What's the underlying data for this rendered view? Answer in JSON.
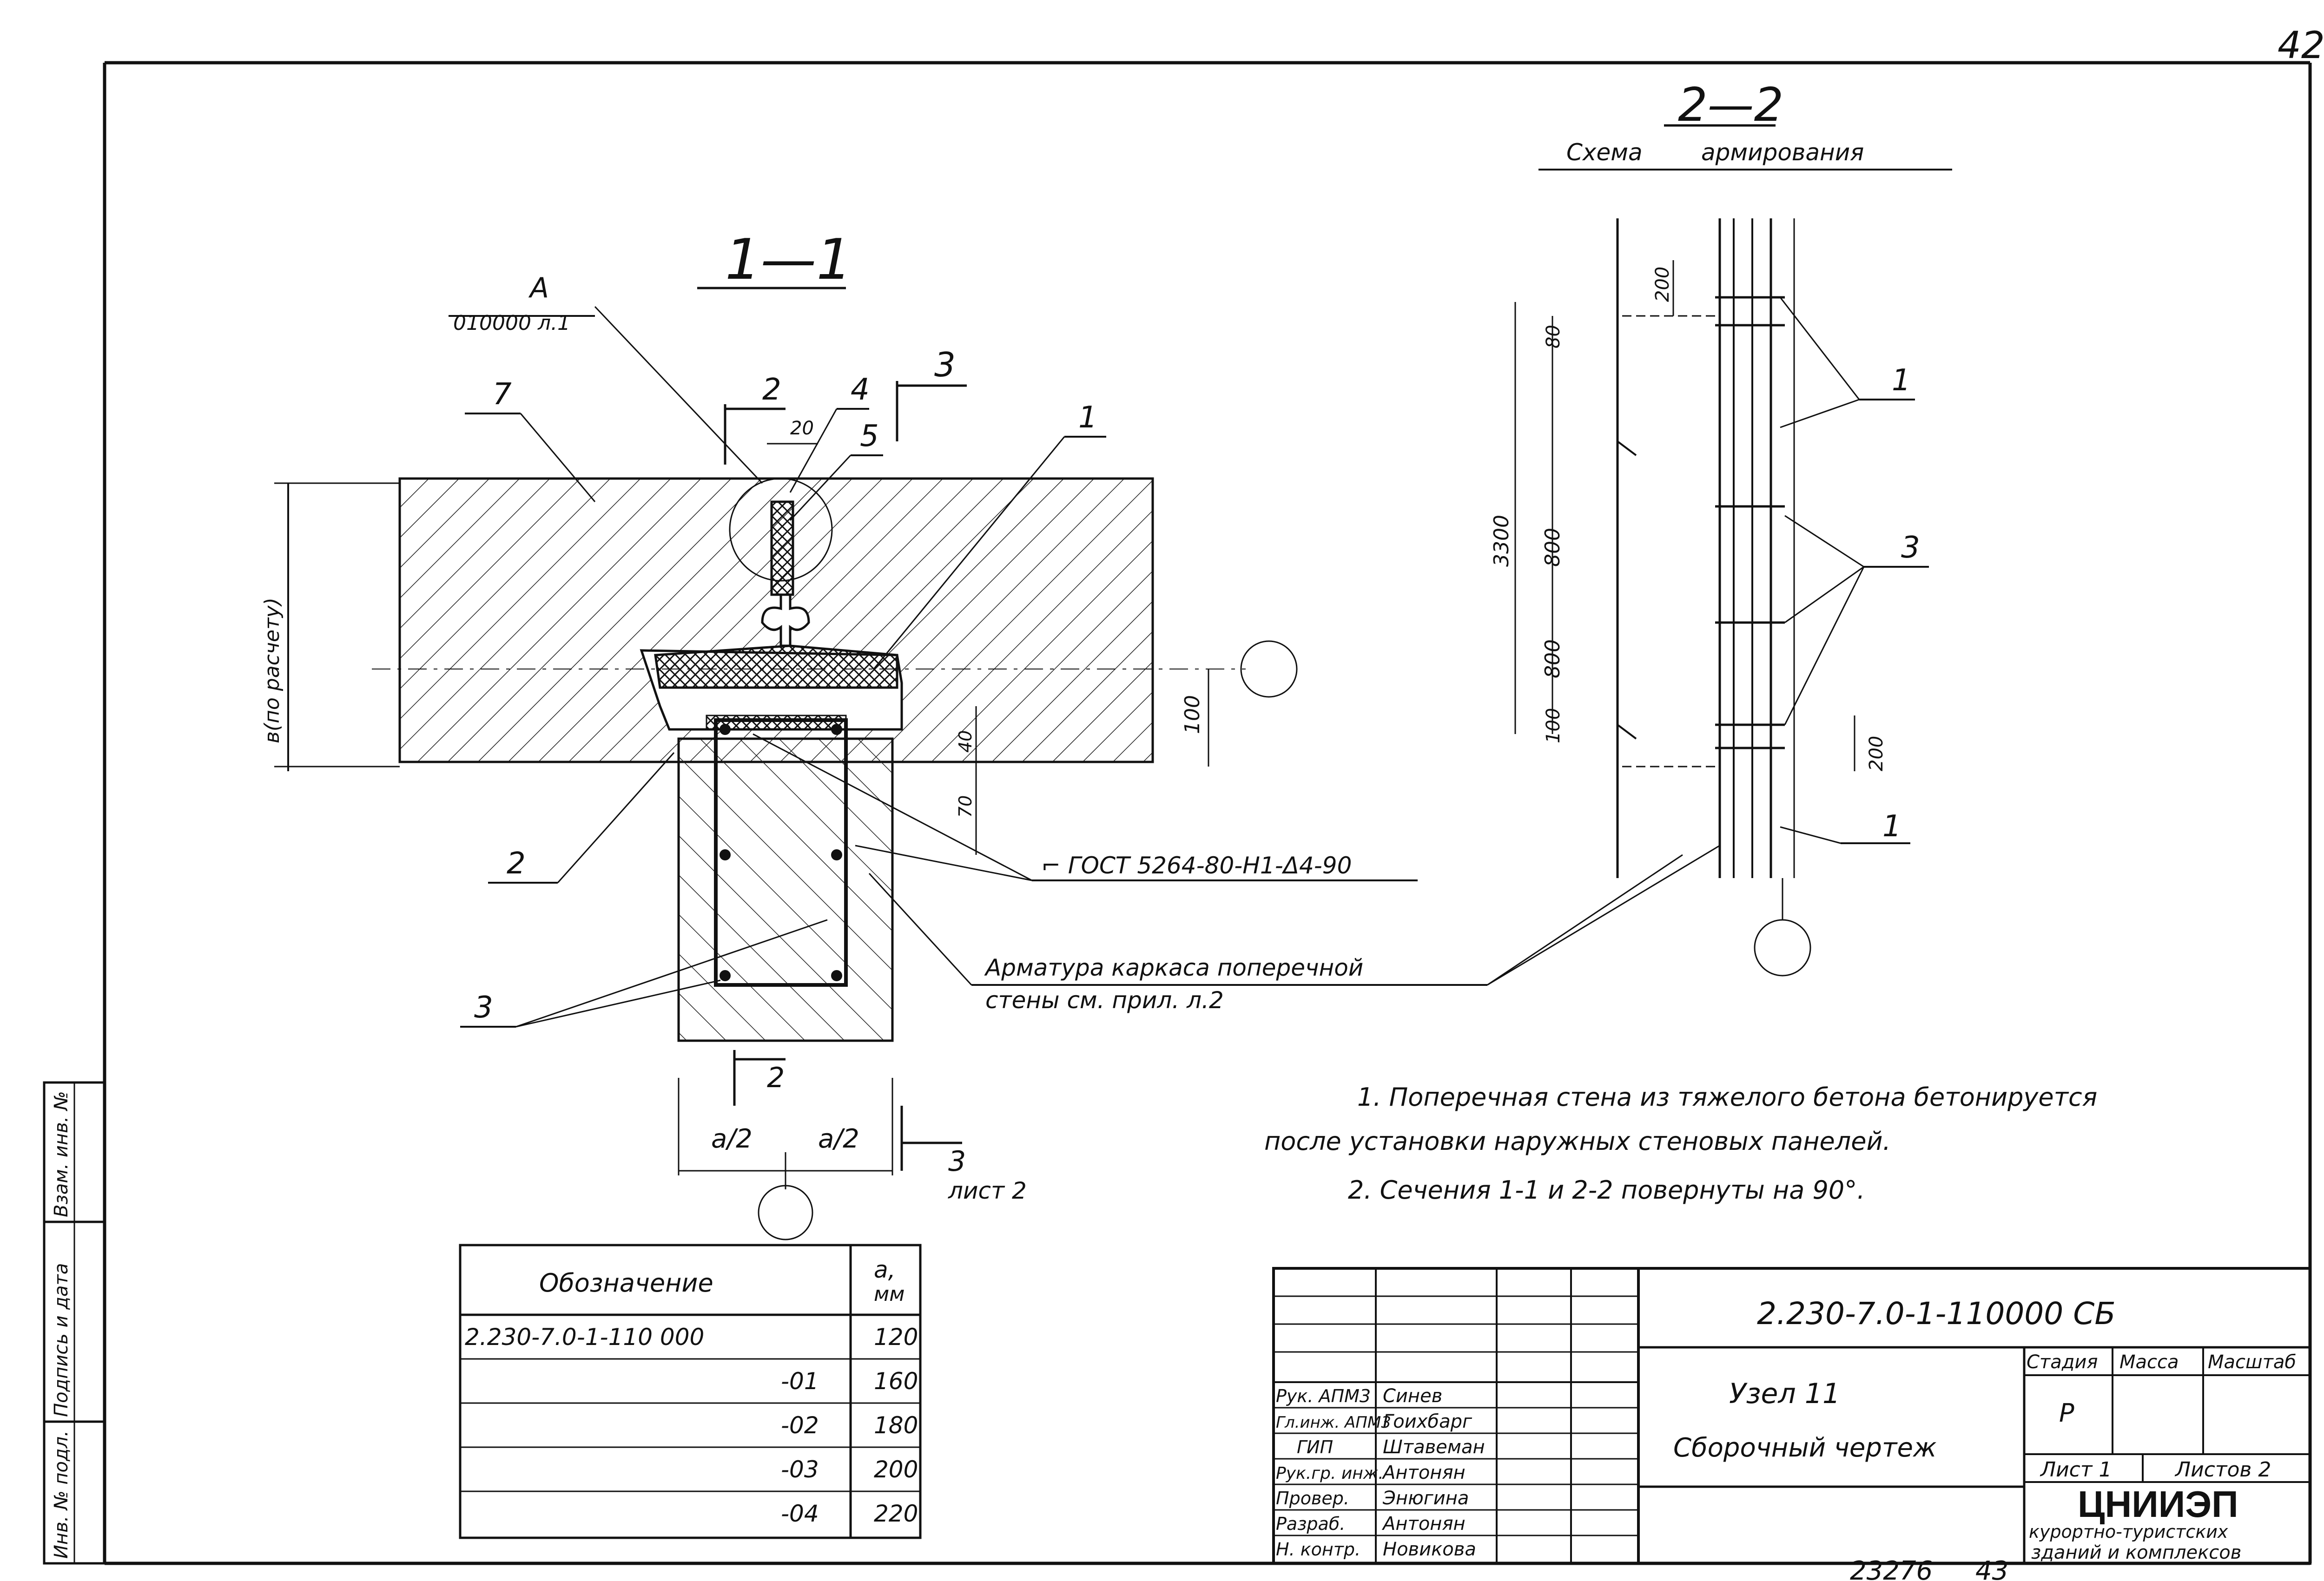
{
  "sheet": {
    "page_number": "42",
    "footer_number": "23276",
    "footer_sheet": "43"
  },
  "section_1_1": {
    "title": "1—1",
    "detail_ref_letter": "A",
    "detail_ref_sheet": "010000 л.1",
    "callout_2": "2",
    "callout_3": "3",
    "callout_4": "4",
    "callout_5": "5",
    "callout_7": "7",
    "callout_1": "1",
    "dim_20": "20",
    "dim_thickness": "в(по расчету)",
    "dim_100": "100",
    "dim_40": "40",
    "dim_70": "70",
    "label_2": "2",
    "label_3": "3",
    "gost_note": "⌐ ГОСТ 5264-80-Н1-Δ4-90",
    "rebar_note_line1": "Арматура каркаса поперечной",
    "rebar_note_line2": "стены см. прил. л.2",
    "cut_2": "2",
    "cut_3": "3",
    "half_a_left": "a/2",
    "half_a_right": "a/2",
    "sheet_ref": "лист 2"
  },
  "section_2_2": {
    "title": "2—2",
    "subtitle_1": "Схема",
    "subtitle_2": "армирования",
    "dim_200_top": "200",
    "dim_80": "80",
    "dim_3300": "3300",
    "dim_800_a": "800",
    "dim_800_b": "800",
    "dim_100": "100",
    "dim_200_bottom": "200",
    "callout_1_top": "1",
    "callout_3": "3",
    "callout_1_bottom": "1"
  },
  "notes": {
    "line1": "1. Поперечная стена из тяжелого бетона бетонируется",
    "line2": "после установки наружных стеновых панелей.",
    "line3": "2. Сечения 1-1 и 2-2 повернуты на 90°."
  },
  "variants_table": {
    "header_designation": "Обозначение",
    "header_a": "a,",
    "header_a_unit": "мм",
    "rows": [
      {
        "designation": "2.230-7.0-1-110 000",
        "a": "120"
      },
      {
        "designation": "-01",
        "a": "160"
      },
      {
        "designation": "-02",
        "a": "180"
      },
      {
        "designation": "-03",
        "a": "200"
      },
      {
        "designation": "-04",
        "a": "220"
      }
    ]
  },
  "left_strip": {
    "cell_1": "Взам. инв. №",
    "cell_2": "Подпись и дата",
    "cell_3": "Инв. № подл."
  },
  "title_block": {
    "document_code": "2.230-7.0-1-110000   СБ",
    "title_line1": "Узел 11",
    "title_line2": "Сборочный чертеж",
    "stage_label": "Стадия",
    "mass_label": "Масса",
    "scale_label": "Масштаб",
    "stage_value": "Р",
    "sheet_label": "Лист 1",
    "sheets_label": "Листов 2",
    "org_name": "ЦНИИЭП",
    "org_line2": "курортно-туристских",
    "org_line3": "зданий и комплексов",
    "roles": [
      {
        "role": "Рук. АПМ3",
        "name": "Синев"
      },
      {
        "role": "Гл.инж. АПМ3",
        "name": "Гоихбарг"
      },
      {
        "role": "ГИП",
        "name": "Штавеман"
      },
      {
        "role": "Рук.гр. инж.",
        "name": "Антонян"
      },
      {
        "role": "Провер.",
        "name": "Энюгина"
      },
      {
        "role": "Разраб.",
        "name": "Антонян"
      },
      {
        "role": "Н. контр.",
        "name": "Новикова"
      }
    ]
  }
}
